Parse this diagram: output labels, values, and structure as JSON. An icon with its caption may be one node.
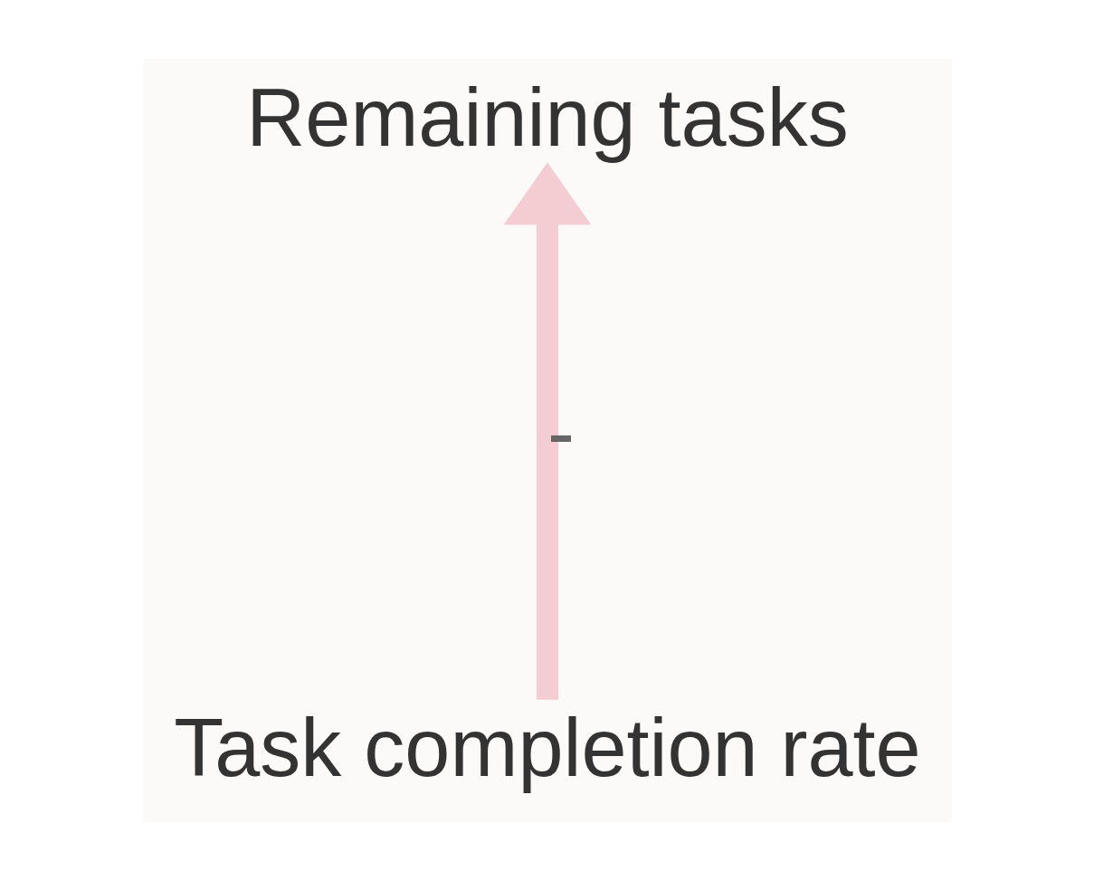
{
  "diagram": {
    "nodes": [
      {
        "text": [
          "Remaining tasks"
        ]
      },
      {
        "text": [
          "Task completion rate"
        ]
      }
    ],
    "edges": [
      {
        "from": 1,
        "to": 0,
        "arrow": "to",
        "label": "-",
        "color": "#f4cdd3"
      }
    ]
  }
}
